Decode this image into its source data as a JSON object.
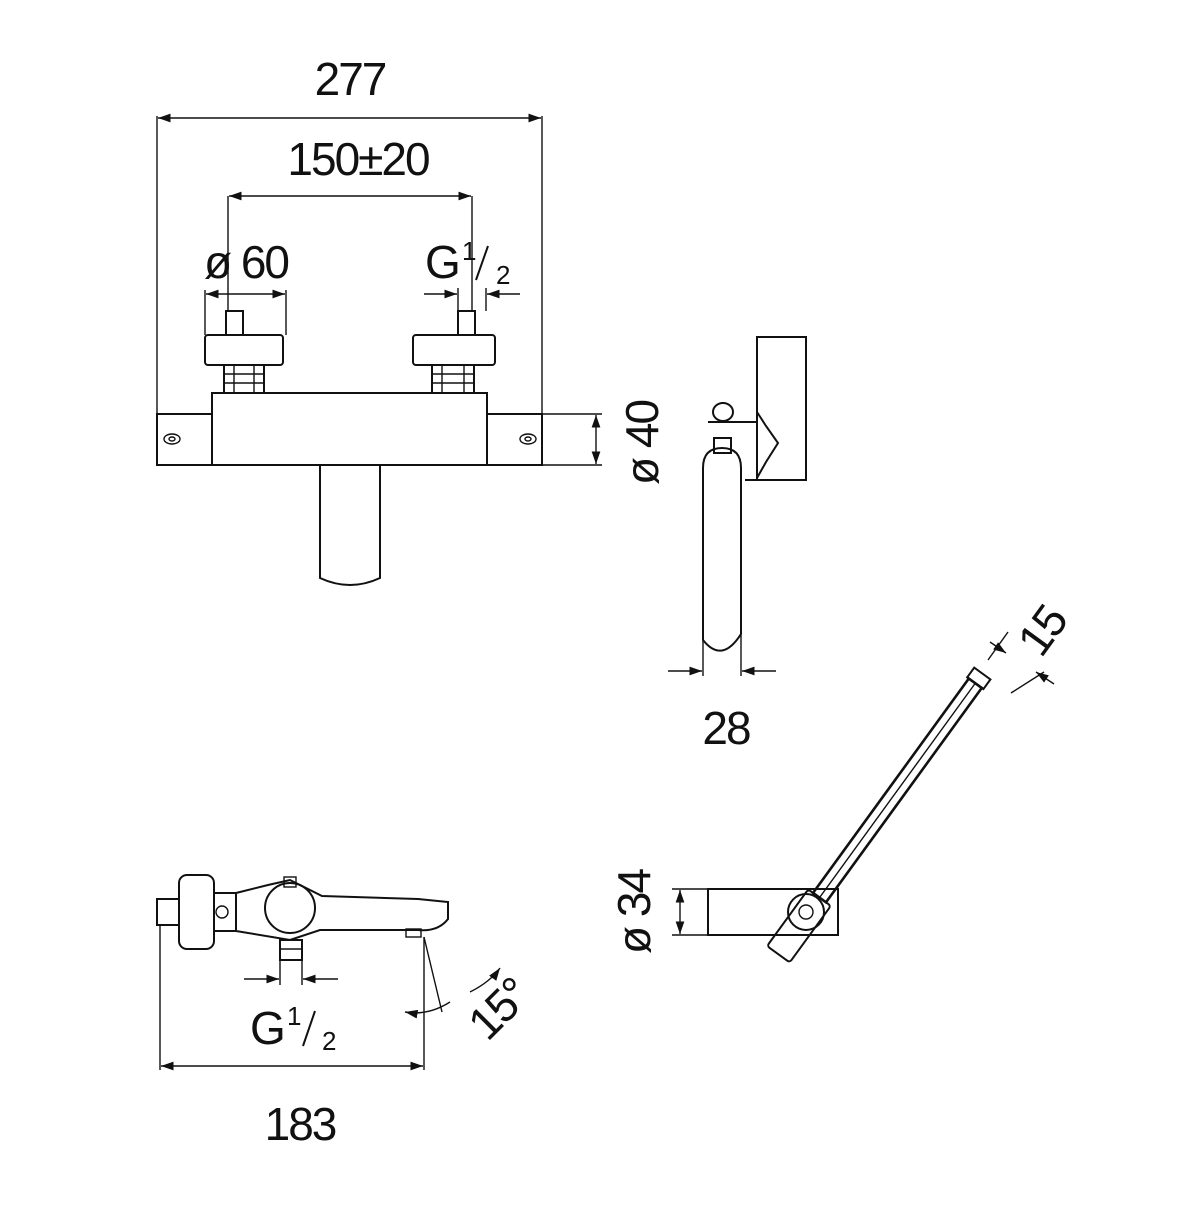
{
  "dimensions": {
    "overall_width": "277",
    "inlet_spacing": "150±20",
    "eccentric_diameter": "ø 60",
    "inlet_thread_main": "G",
    "inlet_thread_num": "1",
    "inlet_thread_den": "2",
    "body_diameter": "ø 40",
    "side_depth": "28",
    "handshower_diameter": "ø 15",
    "handshower_display": "15",
    "holder_diameter": "ø 34",
    "outlet_thread_main": "G",
    "outlet_thread_num": "1",
    "outlet_thread_den": "2",
    "spout_angle": "15°",
    "projection": "183"
  }
}
